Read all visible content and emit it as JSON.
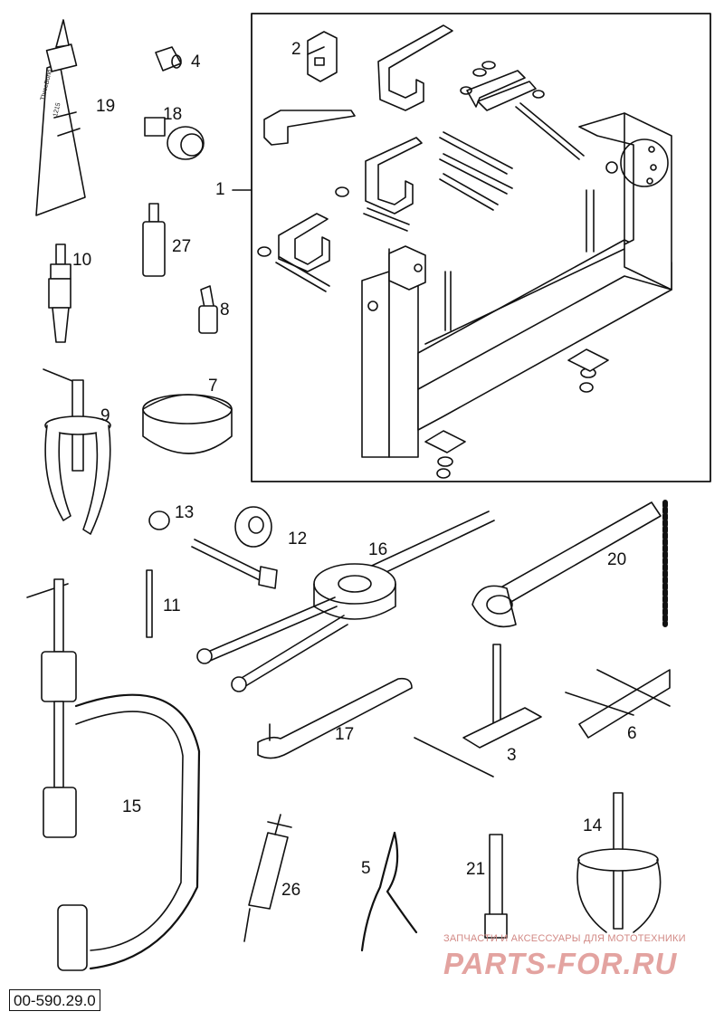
{
  "callouts": {
    "c1": "1",
    "c2": "2",
    "c3": "3",
    "c4": "4",
    "c5": "5",
    "c6": "6",
    "c7": "7",
    "c8": "8",
    "c9": "9",
    "c10": "10",
    "c11": "11",
    "c12": "12",
    "c13": "13",
    "c14": "14",
    "c15": "15",
    "c16": "16",
    "c17": "17",
    "c18": "18",
    "c19": "19",
    "c20": "20",
    "c21": "21",
    "c26": "26",
    "c27": "27"
  },
  "document_code": "00-590.29.0",
  "tube_label": {
    "brand": "ThreeBond",
    "number": "1215"
  },
  "watermark": {
    "line": "ЗАПЧАСТИ И АКСЕССУАРЫ ДЛЯ МОТОТЕХНИКИ",
    "logo": "PARTS-FOR.RU"
  }
}
